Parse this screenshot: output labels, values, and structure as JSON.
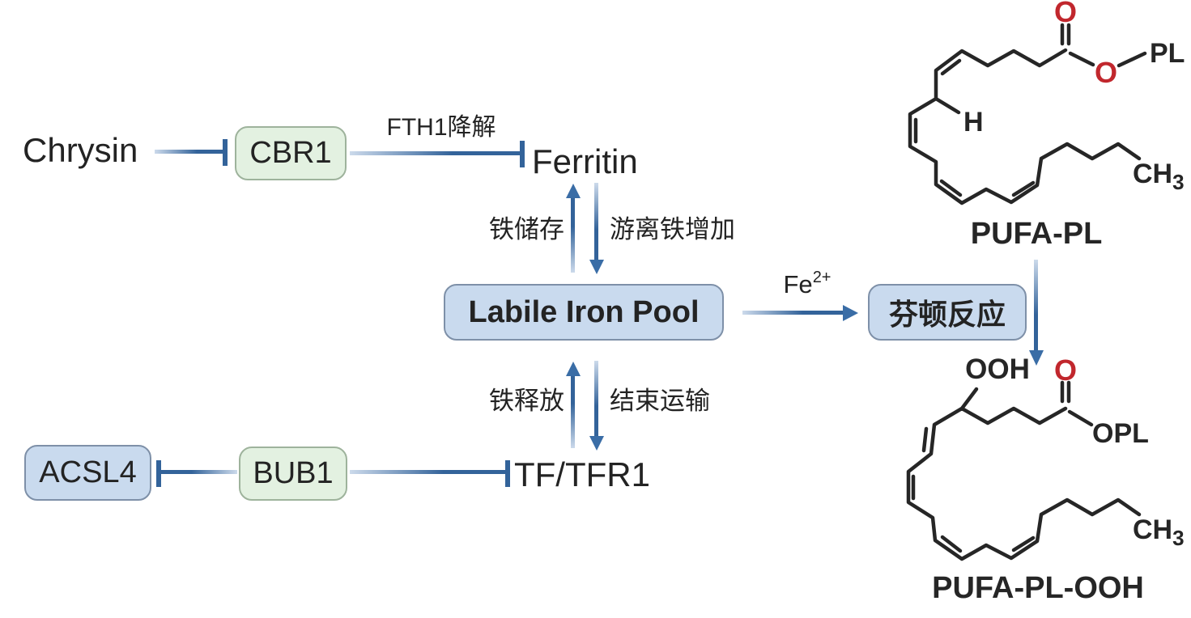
{
  "nodes": {
    "chrysin": {
      "label": "Chrysin"
    },
    "cbr1": {
      "label": "CBR1"
    },
    "ferritin": {
      "label": "Ferritin"
    },
    "labile_iron_pool": {
      "label": "Labile Iron Pool"
    },
    "fenton_reaction": {
      "label": "芬顿反应"
    },
    "tf_tfr1": {
      "label": "TF/TFR1"
    },
    "bub1": {
      "label": "BUB1"
    },
    "acsl4": {
      "label": "ACSL4"
    }
  },
  "edge_labels": {
    "fth1_degradation": "FTH1降解",
    "iron_storage": "铁储存",
    "free_iron_increase": "游离铁增加",
    "iron_release": "铁释放",
    "end_transport": "结束运输",
    "fe_ion_base": "Fe",
    "fe_ion_sup": "2+"
  },
  "molecules": {
    "pufa_pl": {
      "name": "PUFA-PL",
      "carbonyl_oxygen": "O",
      "ester_oxygen": "O",
      "phospholipid": "PL",
      "hydrogen": "H",
      "methyl_base": "CH",
      "methyl_sub": "3"
    },
    "pufa_pl_ooh": {
      "name": "PUFA-PL-OOH",
      "hydroperoxide": "OOH",
      "carbonyl_oxygen": "O",
      "ester_group": "OPL",
      "methyl_base": "CH",
      "methyl_sub": "3"
    }
  },
  "colors": {
    "arrow_blue": "#33639a",
    "arrow_blue_light": "#ccdaeb",
    "green_node_fill": "#e3f1e1",
    "green_node_border": "#9eb39c",
    "blue_node_fill": "#c9daee",
    "blue_node_border": "#7e90a8",
    "oxygen_red": "#c1272d",
    "text_color": "#232323"
  }
}
